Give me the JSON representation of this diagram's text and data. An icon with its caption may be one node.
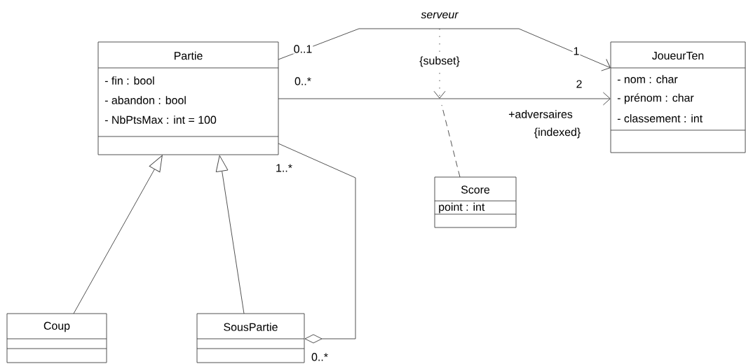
{
  "diagram": {
    "nodes": [
      {
        "text": [
          "Partie",
          "- fin : bool",
          "- abandon : bool",
          "- NbPtsMax : int = 100"
        ]
      },
      {
        "text": [
          "JoueurTen",
          "- nom : char",
          "- prénom : char",
          "- classement : int"
        ]
      },
      {
        "text": [
          "Score",
          "point : int"
        ]
      },
      {
        "text": [
          "Coup"
        ]
      },
      {
        "text": [
          "SousPartie"
        ]
      }
    ],
    "edges": [
      {
        "from": 0,
        "to": 1,
        "arrow": "to",
        "label": "serveur"
      },
      {
        "from": 0,
        "to": 1,
        "arrow": "to"
      },
      {
        "from": 2,
        "to": null,
        "arrow": "none",
        "style": "dashed"
      },
      {
        "from": 3,
        "to": 0,
        "arrow": "to"
      },
      {
        "from": 4,
        "to": 0,
        "arrow": "to"
      },
      {
        "from": 0,
        "to": 4,
        "arrow": "other"
      }
    ],
    "labels": [
      "0..1",
      "1",
      "{subset}",
      "0..*",
      "2",
      "+adversaires",
      "{indexed}",
      "1..*",
      "0..*"
    ]
  }
}
